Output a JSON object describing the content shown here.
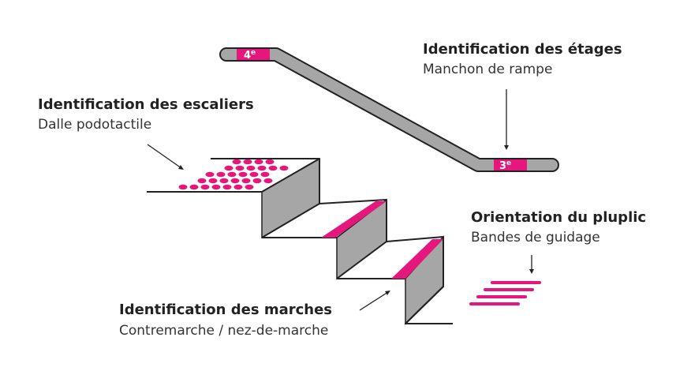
{
  "colors": {
    "accent": "#e5177d",
    "step_gray": "#a6a6a6",
    "outline": "#222222",
    "text": "#222222"
  },
  "labels": {
    "floors": {
      "title": "Identification des étages",
      "subtitle": "Manchon de rampe"
    },
    "stairs": {
      "title": "Identification des escaliers",
      "subtitle": "Dalle podotactile"
    },
    "orientation": {
      "title": "Orientation du pluplic",
      "subtitle": "Bandes de guidage"
    },
    "steps": {
      "title": "Identification des marches",
      "subtitle": "Contremarche / nez-de-marche"
    }
  },
  "handrail": {
    "top_floor": {
      "number": "4",
      "suffix": "e"
    },
    "bottom_floor": {
      "number": "3",
      "suffix": "e"
    }
  },
  "icons": [
    "handrail-icon",
    "staircase-icon",
    "tactile-dots-icon",
    "guide-stripes-icon",
    "arrow-icon"
  ]
}
